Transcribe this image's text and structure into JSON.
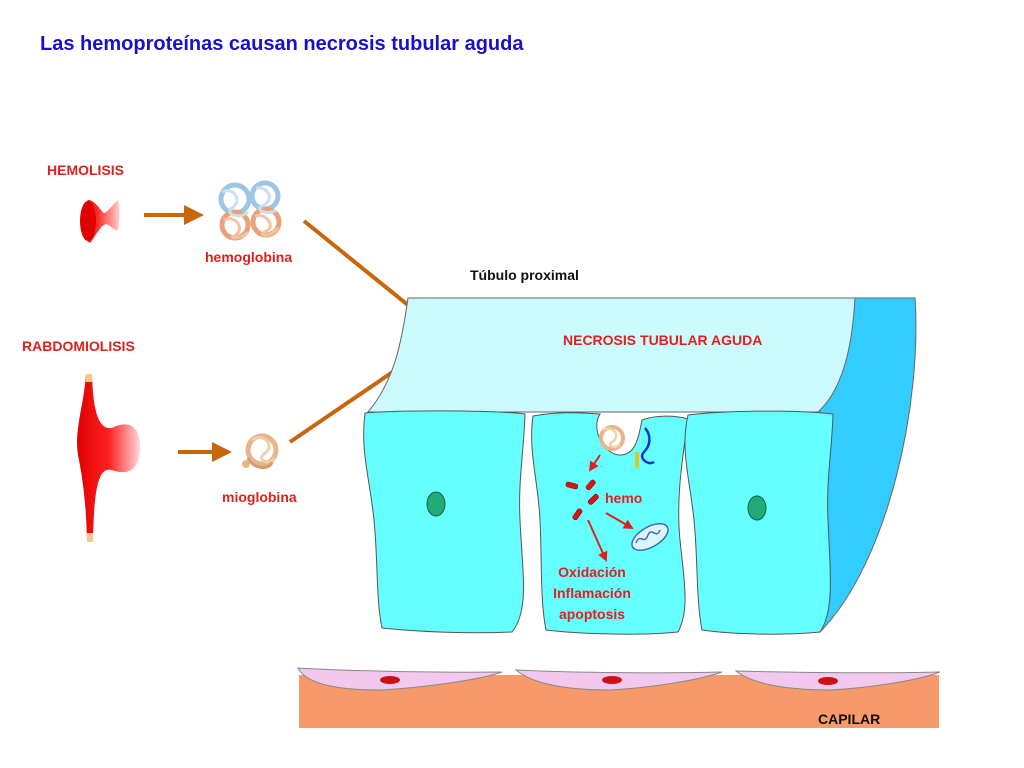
{
  "title": "Las hemoproteínas causan necrosis tubular aguda",
  "labels": {
    "hemolisis": "HEMOLISIS",
    "hemoglobina": "hemoglobina",
    "rabdomiolisis": "RABDOMIOLISIS",
    "mioglobina": "mioglobina",
    "tubulo": "Túbulo proximal",
    "necrosis": "NECROSIS TUBULAR AGUDA",
    "hemo": "hemo",
    "effects": [
      "Oxidación",
      "Inflamación",
      "apoptosis"
    ],
    "capilar": "CAPILAR"
  },
  "colors": {
    "title": "#1a10c8",
    "label_red": "#e0201c",
    "arrow": "#c8660a",
    "lumen": "#ccfbff",
    "cell": "#66ffff",
    "tubule_wall": "#33ccff",
    "nucleus": "#22aa77",
    "capillary": "#f79a6a",
    "endothelium": "#f2c8ee",
    "rbc": "#dd1111",
    "hemo_arrow": "#e02020"
  }
}
